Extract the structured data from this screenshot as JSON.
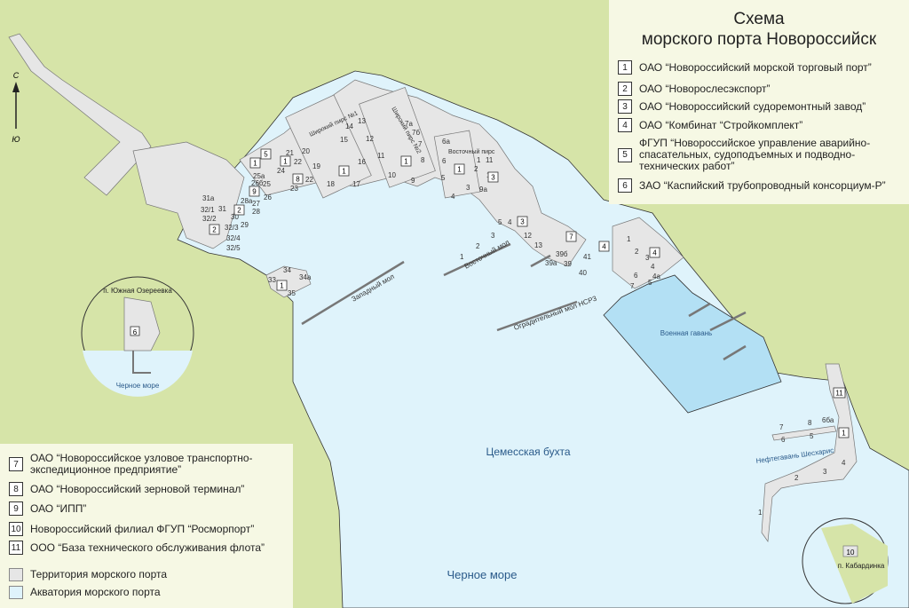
{
  "title": {
    "line1": "Схема",
    "line2": "морского порта Новороссийск"
  },
  "compass": {
    "north": "С",
    "south": "Ю"
  },
  "legend_top": [
    {
      "num": "1",
      "text": "ОАО “Новороссийский морской торговый порт”"
    },
    {
      "num": "2",
      "text": "ОАО “Новорослесэкспорт”"
    },
    {
      "num": "3",
      "text": "ОАО “Новороссийский судоремонтный завод”"
    },
    {
      "num": "4",
      "text": "ОАО “Комбинат “Стройкомплект”"
    },
    {
      "num": "5",
      "text": "ФГУП “Новороссийское управление аварийно-спасательных, судоподъемных и подводно-технических работ”"
    },
    {
      "num": "6",
      "text": "ЗАО “Каспийский трубопроводный консорциум-Р”"
    }
  ],
  "legend_bottom": [
    {
      "num": "7",
      "text": "ОАО “Новороссийское узловое транспортно-экспедиционное предприятие”"
    },
    {
      "num": "8",
      "text": "ОАО “Новороссийский зерновой терминал”"
    },
    {
      "num": "9",
      "text": "ОАО “ИПП”"
    },
    {
      "num": "10",
      "text": "Новороссийский филиал ФГУП “Росморпорт”"
    },
    {
      "num": "11",
      "text": "ООО “База технического обслуживания флота”"
    }
  ],
  "area_legend": [
    {
      "text": "Территория морского порта",
      "color": "#e6e6e6"
    },
    {
      "text": "Акватория морского порта",
      "color": "#dff3fb"
    }
  ],
  "map_labels": {
    "bay": "Цемесская бухта",
    "sea": "Черное море",
    "naval_harbor": "Военная гавань",
    "western_mole": "Западный мол",
    "eastern_mole": "Восточный мол",
    "eastern_pier": "Восточный пирс",
    "wide_pier_1": "Широкий пирс №1",
    "wide_pier_2": "Широкий пирс №2",
    "breakwater": "Оградительный мол НСР3",
    "oil_harbor": "Нефтегавань Шесхарис",
    "inset_west_place": "п. Южная Озереевка",
    "inset_west_sea": "Черное море",
    "inset_east_place": "п. Кабардинка"
  },
  "colors": {
    "land": "#d6e4a8",
    "water": "#dff3fb",
    "territory": "#e6e6e6",
    "naval": "#b3e0f4"
  }
}
